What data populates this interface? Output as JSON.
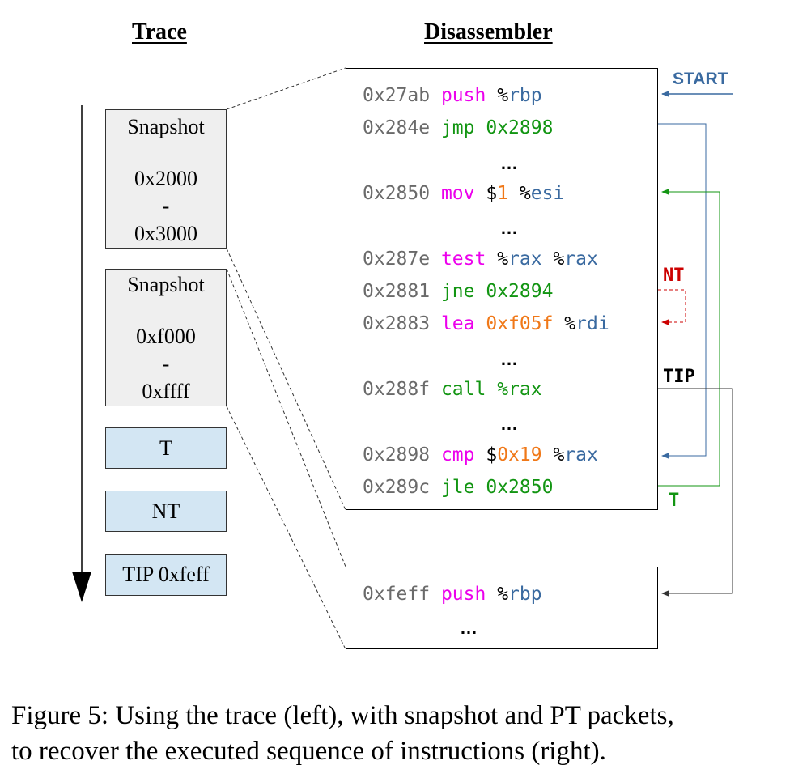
{
  "headers": {
    "trace": "Trace",
    "disassembler": "Disassembler"
  },
  "trace": {
    "snapshots": [
      {
        "label": "Snapshot",
        "start": "0x2000",
        "dash": "-",
        "end": "0x3000"
      },
      {
        "label": "Snapshot",
        "start": "0xf000",
        "dash": "-",
        "end": "0xffff"
      }
    ],
    "packets": [
      "T",
      "NT",
      "TIP 0xfeff"
    ]
  },
  "disassembly": {
    "ellipsis": "…",
    "lines": [
      {
        "addr": "0x27ab",
        "tokens": [
          {
            "t": "push",
            "c": "magenta"
          },
          {
            "t": " ",
            "c": "black"
          },
          {
            "t": "%",
            "c": "black"
          },
          {
            "t": "rbp",
            "c": "blue"
          }
        ]
      },
      {
        "addr": "0x284e",
        "tokens": [
          {
            "t": "jmp 0x2898",
            "c": "green"
          }
        ]
      },
      {
        "addr": "0x2850",
        "tokens": [
          {
            "t": "mov",
            "c": "magenta"
          },
          {
            "t": " $",
            "c": "black"
          },
          {
            "t": "1",
            "c": "orange"
          },
          {
            "t": " %",
            "c": "black"
          },
          {
            "t": "esi",
            "c": "blue"
          }
        ]
      },
      {
        "addr": "0x287e",
        "tokens": [
          {
            "t": "test",
            "c": "magenta"
          },
          {
            "t": " %",
            "c": "black"
          },
          {
            "t": "rax",
            "c": "blue"
          },
          {
            "t": " %",
            "c": "black"
          },
          {
            "t": "rax",
            "c": "blue"
          }
        ]
      },
      {
        "addr": "0x2881",
        "tokens": [
          {
            "t": "jne 0x2894",
            "c": "green"
          }
        ]
      },
      {
        "addr": "0x2883",
        "tokens": [
          {
            "t": "lea",
            "c": "magenta"
          },
          {
            "t": " ",
            "c": "black"
          },
          {
            "t": "0xf05f",
            "c": "orange"
          },
          {
            "t": " %",
            "c": "black"
          },
          {
            "t": "rdi",
            "c": "blue"
          }
        ]
      },
      {
        "addr": "0x288f",
        "tokens": [
          {
            "t": "call %rax",
            "c": "green"
          }
        ]
      },
      {
        "addr": "0x2898",
        "tokens": [
          {
            "t": "cmp",
            "c": "magenta"
          },
          {
            "t": " $",
            "c": "black"
          },
          {
            "t": "0x19",
            "c": "orange"
          },
          {
            "t": " %",
            "c": "black"
          },
          {
            "t": "rax",
            "c": "blue"
          }
        ]
      },
      {
        "addr": "0x289c",
        "tokens": [
          {
            "t": "jle 0x2850",
            "c": "green"
          }
        ]
      }
    ],
    "second_block": [
      {
        "addr": "0xfeff",
        "tokens": [
          {
            "t": "push",
            "c": "magenta"
          },
          {
            "t": " %",
            "c": "black"
          },
          {
            "t": "rbp",
            "c": "blue"
          }
        ]
      }
    ]
  },
  "annotations": {
    "start": "START",
    "nt": "NT",
    "tip": "TIP",
    "t": "T"
  },
  "colors": {
    "start_arrow": "#3a6aa0",
    "jmp_arrow": "#3a6aa0",
    "t_arrow": "#129512",
    "nt_arrow": "#cc0000",
    "tip_arrow": "#333333"
  },
  "caption": {
    "line1": "Figure 5: Using the trace (left), with snapshot and PT packets,",
    "line2": "to recover the executed sequence of instructions (right)."
  }
}
